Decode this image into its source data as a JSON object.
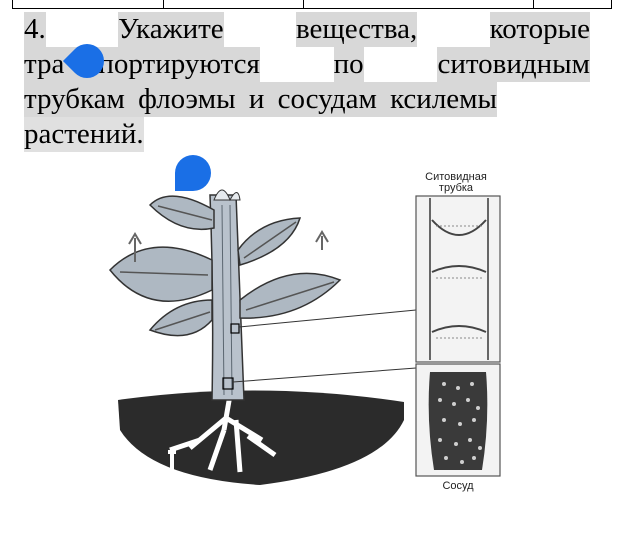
{
  "question": {
    "line1_a": "4.",
    "line1_b": "Укажите",
    "line1_c": "вещества,",
    "line1_d": "которые",
    "line2_a": "тра",
    "line2_b": "портируются",
    "line2_c": "по",
    "line2_d": "ситовидным",
    "line3": "трубкам флоэмы и сосудам ксилемы",
    "line4": "растений."
  },
  "figure": {
    "sieve_label_1": "Ситовидная",
    "sieve_label_2": "трубка",
    "vessel_label": "Сосуд"
  },
  "colors": {
    "highlight": "#d8d8d8",
    "dot_blue": "#1a6fe6"
  }
}
